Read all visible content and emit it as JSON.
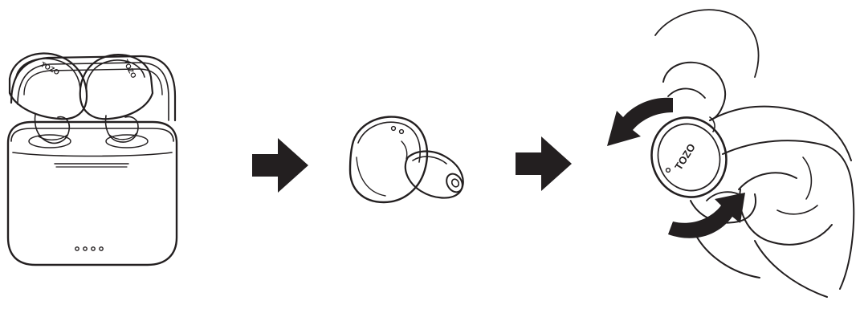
{
  "diagram": {
    "steps": [
      {
        "id": "step-1",
        "icon": "charging-case-with-earbuds"
      },
      {
        "id": "step-2",
        "icon": "single-earbud"
      },
      {
        "id": "step-3",
        "icon": "hand-inserting-and-rotating-earbud"
      }
    ],
    "connectors": [
      {
        "icon": "arrow-right-icon"
      },
      {
        "icon": "arrow-right-icon"
      }
    ],
    "rotation_arrows": [
      {
        "icon": "curved-arrow-ccw-icon"
      },
      {
        "icon": "curved-arrow-cw-icon"
      }
    ],
    "brand": {
      "case_left_bud": "TOZO",
      "case_right_bud": "TOZO",
      "hand_bud": "TOZO"
    },
    "case_indicator_lights": 4,
    "colors": {
      "ink": "#231f20",
      "background": "#ffffff"
    }
  }
}
